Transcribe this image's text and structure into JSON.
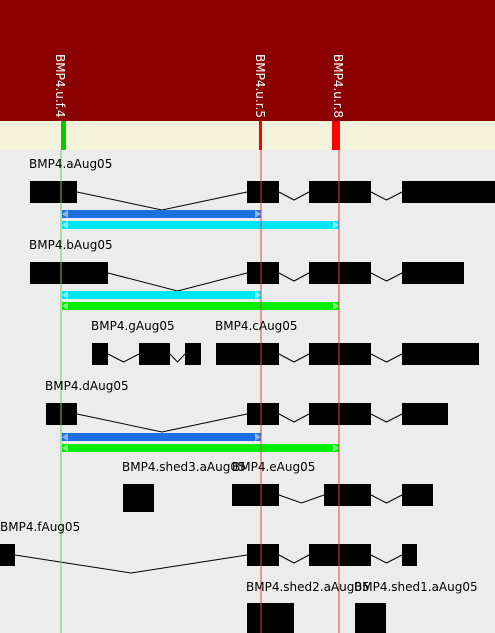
{
  "colors": {
    "header": "#8b0000",
    "ruler": "#f5f3dc",
    "background": "#ececec",
    "exon": "#000000",
    "probe_forward": "#00cc00",
    "probe_reverse": "#ff0000",
    "vline_forward": "#66cc66",
    "vline_reverse": "#dd4444",
    "blue": "#1e6fe0",
    "cyan": "#00e5ff",
    "green": "#00ee00"
  },
  "probes": [
    {
      "label": "BMP4.u.f.4",
      "strand": "forward"
    },
    {
      "label": "BMP4.u.r.5",
      "strand": "reverse"
    },
    {
      "label": "BMP4.u.r.8",
      "strand": "reverse"
    }
  ],
  "transcripts": [
    {
      "name": "BMP4.aAug05"
    },
    {
      "name": "BMP4.bAug05"
    },
    {
      "name": "BMP4.gAug05"
    },
    {
      "name": "BMP4.cAug05"
    },
    {
      "name": "BMP4.dAug05"
    },
    {
      "name": "BMP4.shed3.aAug05"
    },
    {
      "name": "BMP4.eAug05"
    },
    {
      "name": "BMP4.fAug05"
    },
    {
      "name": "BMP4.shed2.aAug05"
    },
    {
      "name": "BMP4.shed1.aAug05"
    }
  ]
}
